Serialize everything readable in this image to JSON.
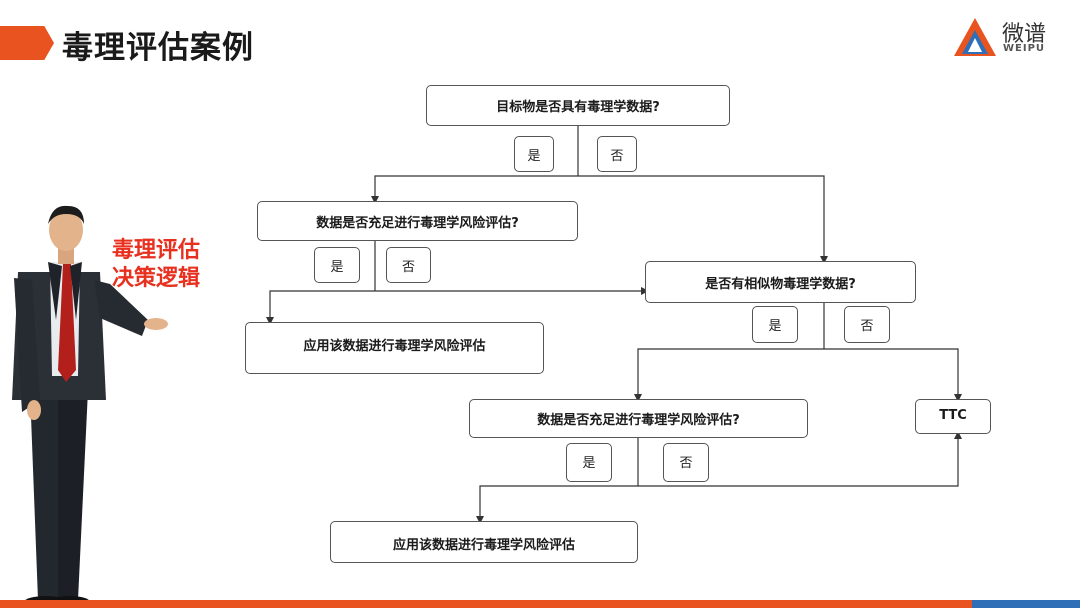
{
  "header": {
    "title": "毒理评估案例"
  },
  "logo": {
    "cn": "微谱",
    "en": "WEIPU"
  },
  "side_label": {
    "line1": "毒理评估",
    "line2": "决策逻辑"
  },
  "flow": {
    "q1": "目标物是否具有毒理学数据?",
    "q2": "数据是否充足进行毒理学风险评估?",
    "q3": "是否有相似物毒理学数据?",
    "q4": "数据是否充足进行毒理学风险评估?",
    "r1": "应用该数据进行毒理学风险评估",
    "r2": "应用该数据进行毒理学风险评估",
    "ttc": "TTC",
    "yes": "是",
    "no": "否"
  },
  "colors": {
    "accent": "#e8531f",
    "accent_red": "#e8301f",
    "blue": "#2e6fb7"
  }
}
